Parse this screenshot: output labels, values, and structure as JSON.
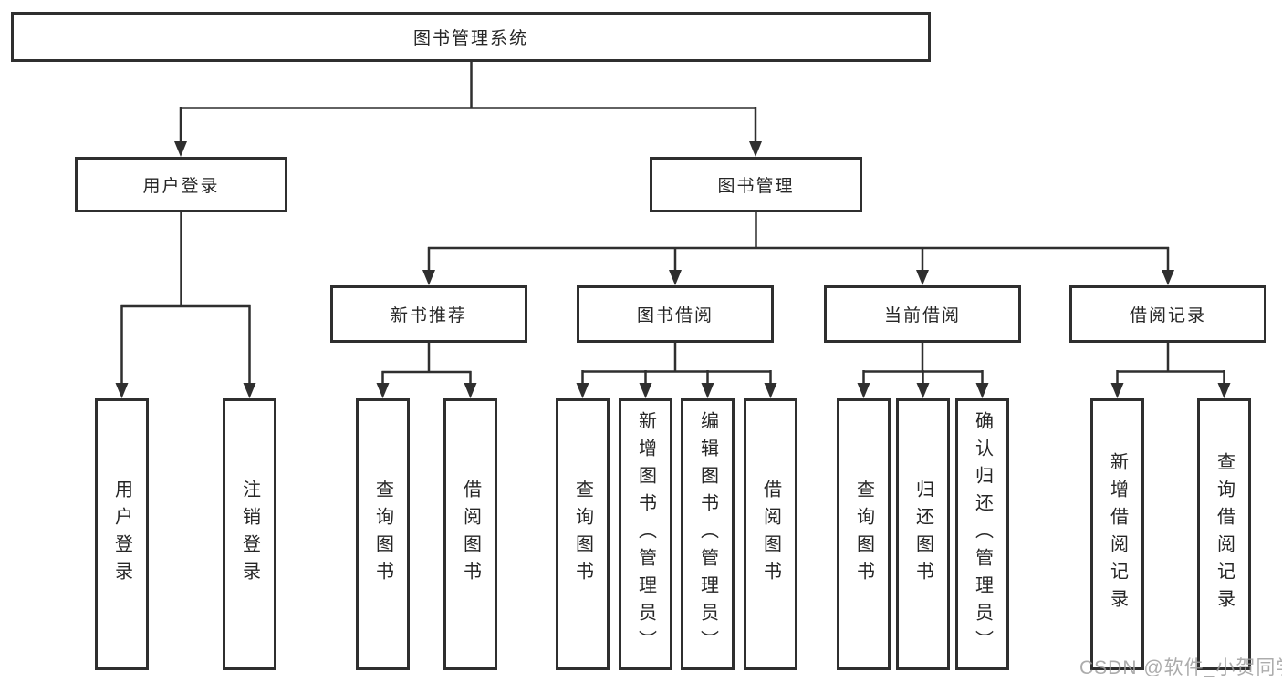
{
  "tree": {
    "label": "图书管理系统",
    "children": [
      {
        "label": "用户登录",
        "children": [
          {
            "label": "用户登录"
          },
          {
            "label": "注销登录"
          }
        ]
      },
      {
        "label": "图书管理",
        "children": [
          {
            "label": "新书推荐",
            "children": [
              {
                "label": "查询图书"
              },
              {
                "label": "借阅图书"
              }
            ]
          },
          {
            "label": "图书借阅",
            "children": [
              {
                "label": "查询图书"
              },
              {
                "label": "新增图书（管理员）"
              },
              {
                "label": "编辑图书（管理员）"
              },
              {
                "label": "借阅图书"
              }
            ]
          },
          {
            "label": "当前借阅",
            "children": [
              {
                "label": "查询图书"
              },
              {
                "label": "归还图书"
              },
              {
                "label": "确认归还（管理员）"
              }
            ]
          },
          {
            "label": "借阅记录",
            "children": [
              {
                "label": "新增借阅记录"
              },
              {
                "label": "查询借阅记录"
              }
            ]
          }
        ]
      }
    ]
  },
  "watermark": {
    "text": "CSDN @软件_小贺同学"
  },
  "colors": {
    "line": "#2f2f2f",
    "box_border": "#2f2f2f",
    "text": "#262626",
    "background": "#ffffff",
    "watermark": "#9e9e9e"
  }
}
